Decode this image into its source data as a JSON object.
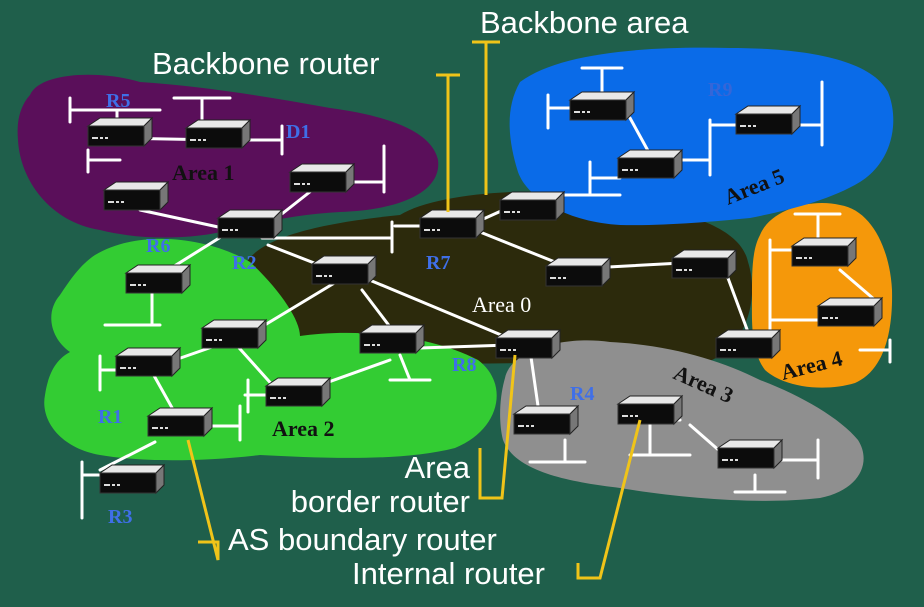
{
  "callouts": {
    "backbone_area": "Backbone area",
    "backbone_router": "Backbone router",
    "area_border_router_line1": "Area",
    "area_border_router_line2": "border router",
    "as_boundary_router": "AS boundary router",
    "internal_router": "Internal router"
  },
  "areas": {
    "area0": "Area 0",
    "area1": "Area 1",
    "area2": "Area 2",
    "area3": "Area 3",
    "area4": "Area 4",
    "area5": "Area 5"
  },
  "router_labels": {
    "r1": "R1",
    "r2": "R2",
    "r3": "R3",
    "r4": "R4",
    "r5": "R5",
    "r6": "R6",
    "r7": "R7",
    "r8": "R8",
    "r9": "R9",
    "d1": "D1"
  },
  "colors": {
    "background": "#1f5f4b",
    "area0": "#2c2a0c",
    "area1": "#5a0f5a",
    "area2": "#33cc33",
    "area3": "#8f8f8f",
    "area4": "#f5980a",
    "area5": "#0a6be8",
    "callout_line": "#f0c419",
    "router_label": "#3f6fe8"
  }
}
